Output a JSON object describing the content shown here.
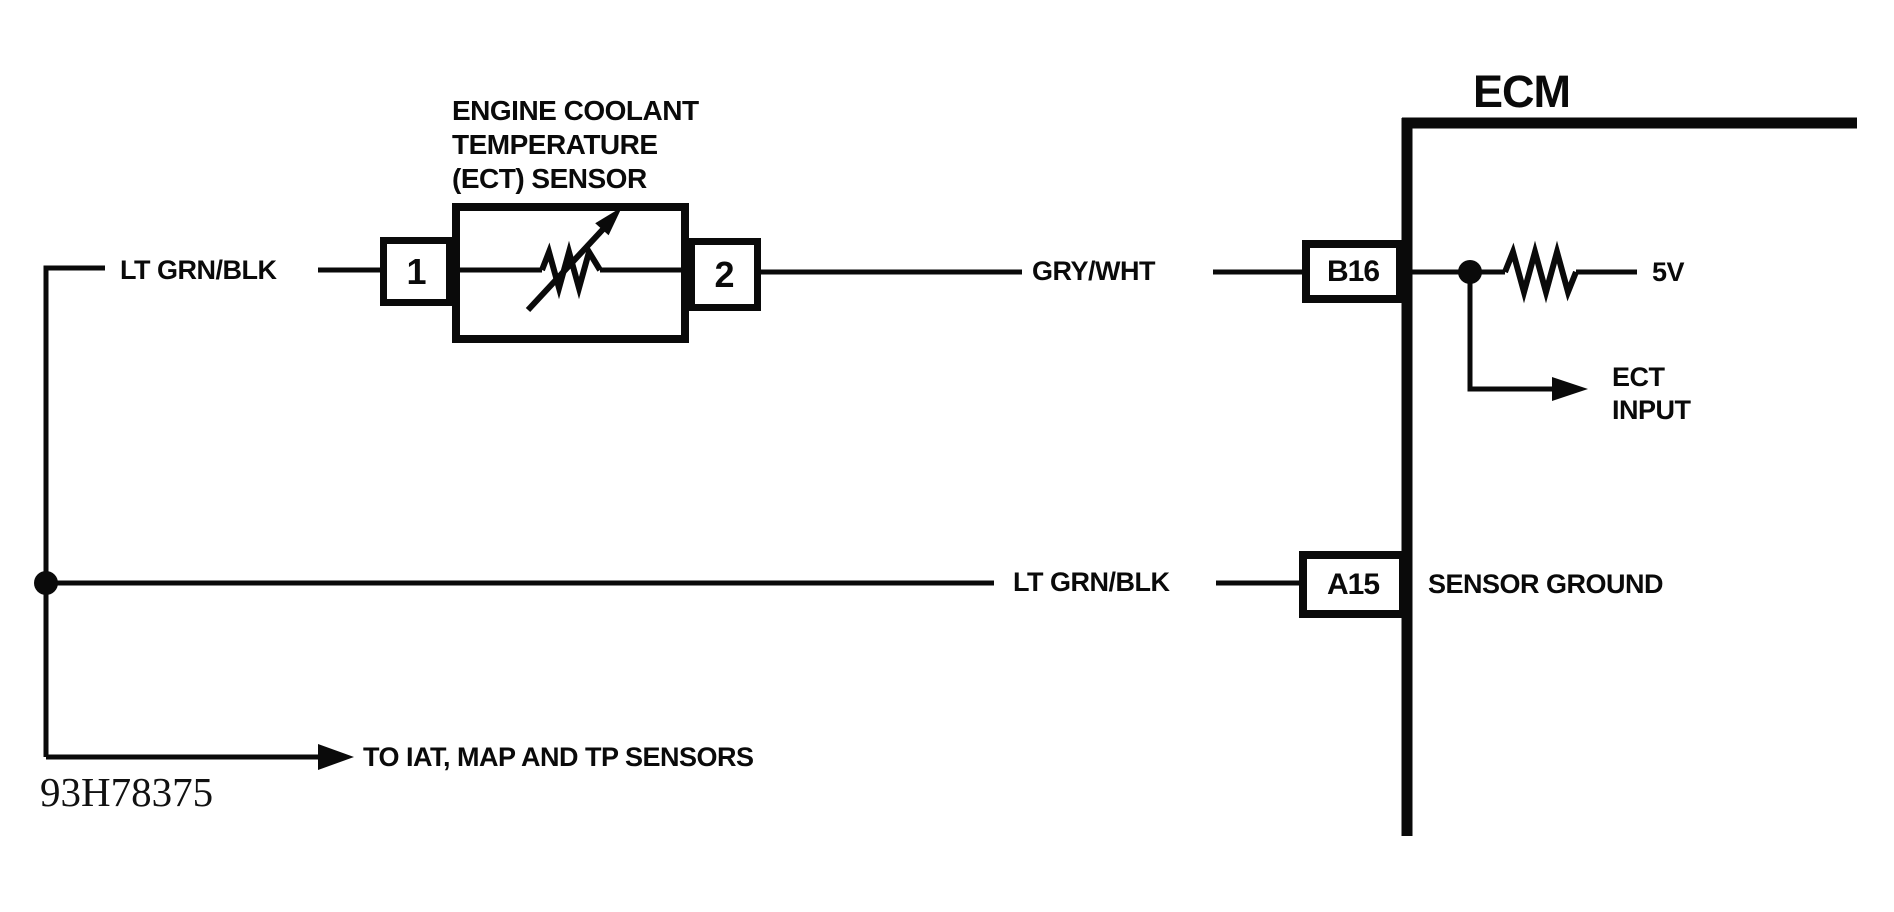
{
  "figure_id": "93H78375",
  "sensor": {
    "title_lines": [
      "ENGINE COOLANT",
      "TEMPERATURE",
      "(ECT) SENSOR"
    ],
    "pin1": "1",
    "pin2": "2",
    "symbol": "variable-resistor"
  },
  "ecm": {
    "label": "ECM",
    "pins": [
      {
        "id": "B16",
        "signal": "ECT INPUT"
      },
      {
        "id": "A15",
        "signal": "SENSOR GROUND"
      }
    ],
    "pullup_voltage": "5V",
    "input_label": "ECT\nINPUT",
    "sensor_ground_label": "SENSOR GROUND"
  },
  "wires": {
    "upper_left_label": "LT GRN/BLK",
    "upper_right_label": "GRY/WHT",
    "lower_label": "LT GRN/BLK",
    "branch_note": "TO IAT, MAP AND TP SENSORS"
  },
  "colors": {
    "ink": "#0a0a0a",
    "background": "#ffffff"
  }
}
